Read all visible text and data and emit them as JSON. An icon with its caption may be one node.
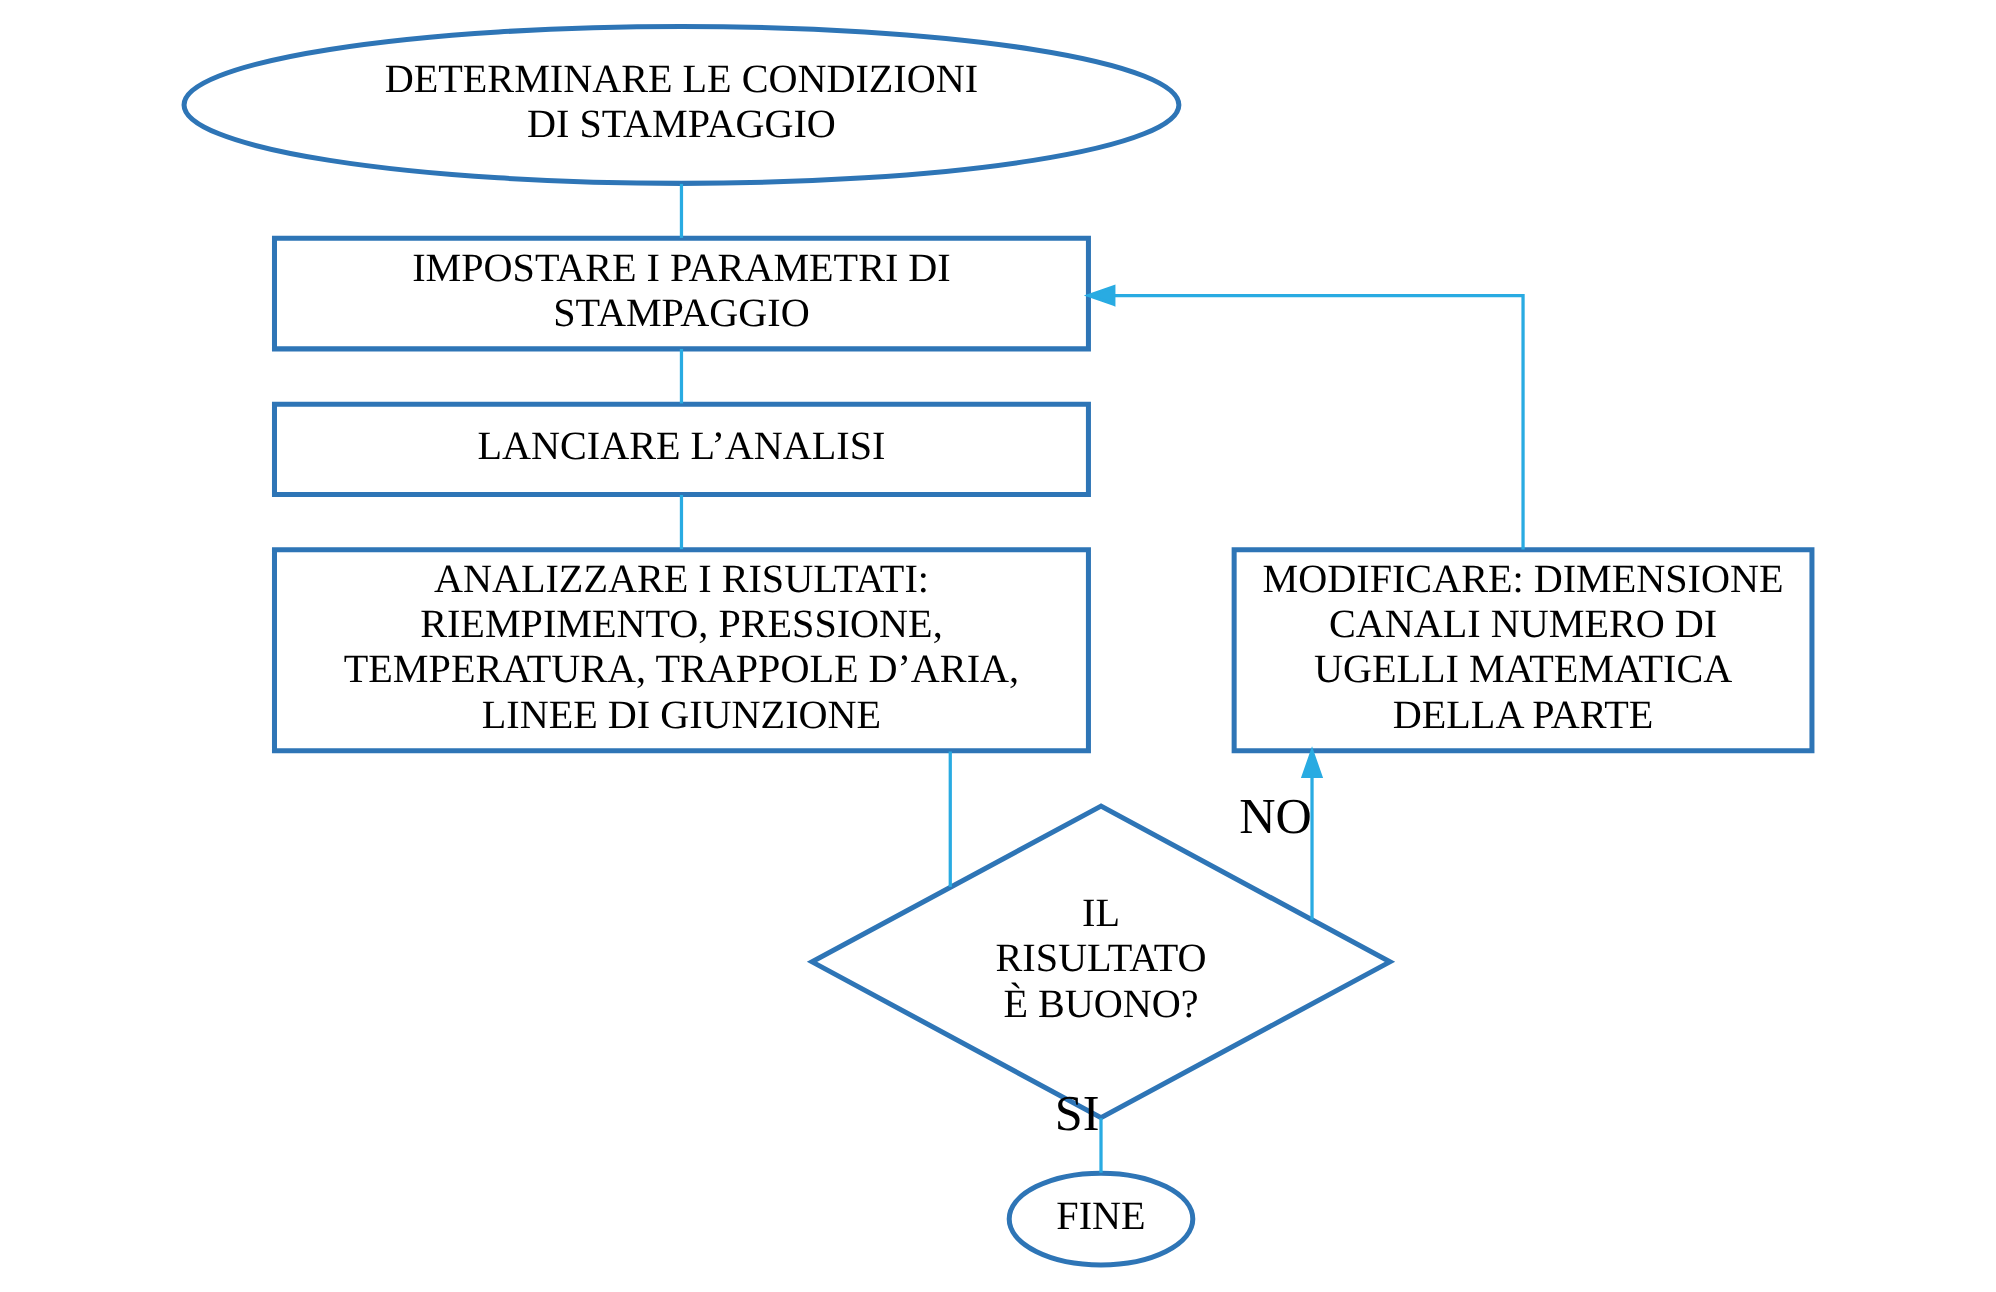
{
  "diagram": {
    "nodes": [
      {
        "text": [
          "DETERMINARE LE CONDIZIONI DI STAMPAGGIO"
        ]
      },
      {
        "text": [
          "IMPOSTARE I PARAMETRI DI STAMPAGGIO"
        ]
      },
      {
        "text": [
          "LANCIARE L’ANALISI"
        ]
      },
      {
        "text": [
          "ANALIZZARE I RISULTATI: RIEMPIMENTO, PRESSIONE, TEMPERATURA, TRAPPOLE D’ARIA, LINEE DI GIUNZIONE"
        ]
      },
      {
        "text": [
          "IL RISULTATO È BUONO?"
        ]
      },
      {
        "text": [
          "FINE"
        ]
      },
      {
        "text": [
          "MODIFICARE: DIMENSIONE CANALI NUMERO DI UGELLI MATEMATICA DELLA PARTE"
        ]
      }
    ],
    "edges": [
      {
        "from": 0,
        "to": 1,
        "arrow": "none"
      },
      {
        "from": 1,
        "to": 2,
        "arrow": "none"
      },
      {
        "from": 2,
        "to": 3,
        "arrow": "none"
      },
      {
        "from": 3,
        "to": 4,
        "arrow": "none"
      },
      {
        "from": 4,
        "to": 5,
        "arrow": "none",
        "label": "SI"
      },
      {
        "from": 4,
        "to": 6,
        "arrow": "to",
        "label": "NO"
      },
      {
        "from": 6,
        "to": 1,
        "arrow": "to"
      }
    ]
  }
}
